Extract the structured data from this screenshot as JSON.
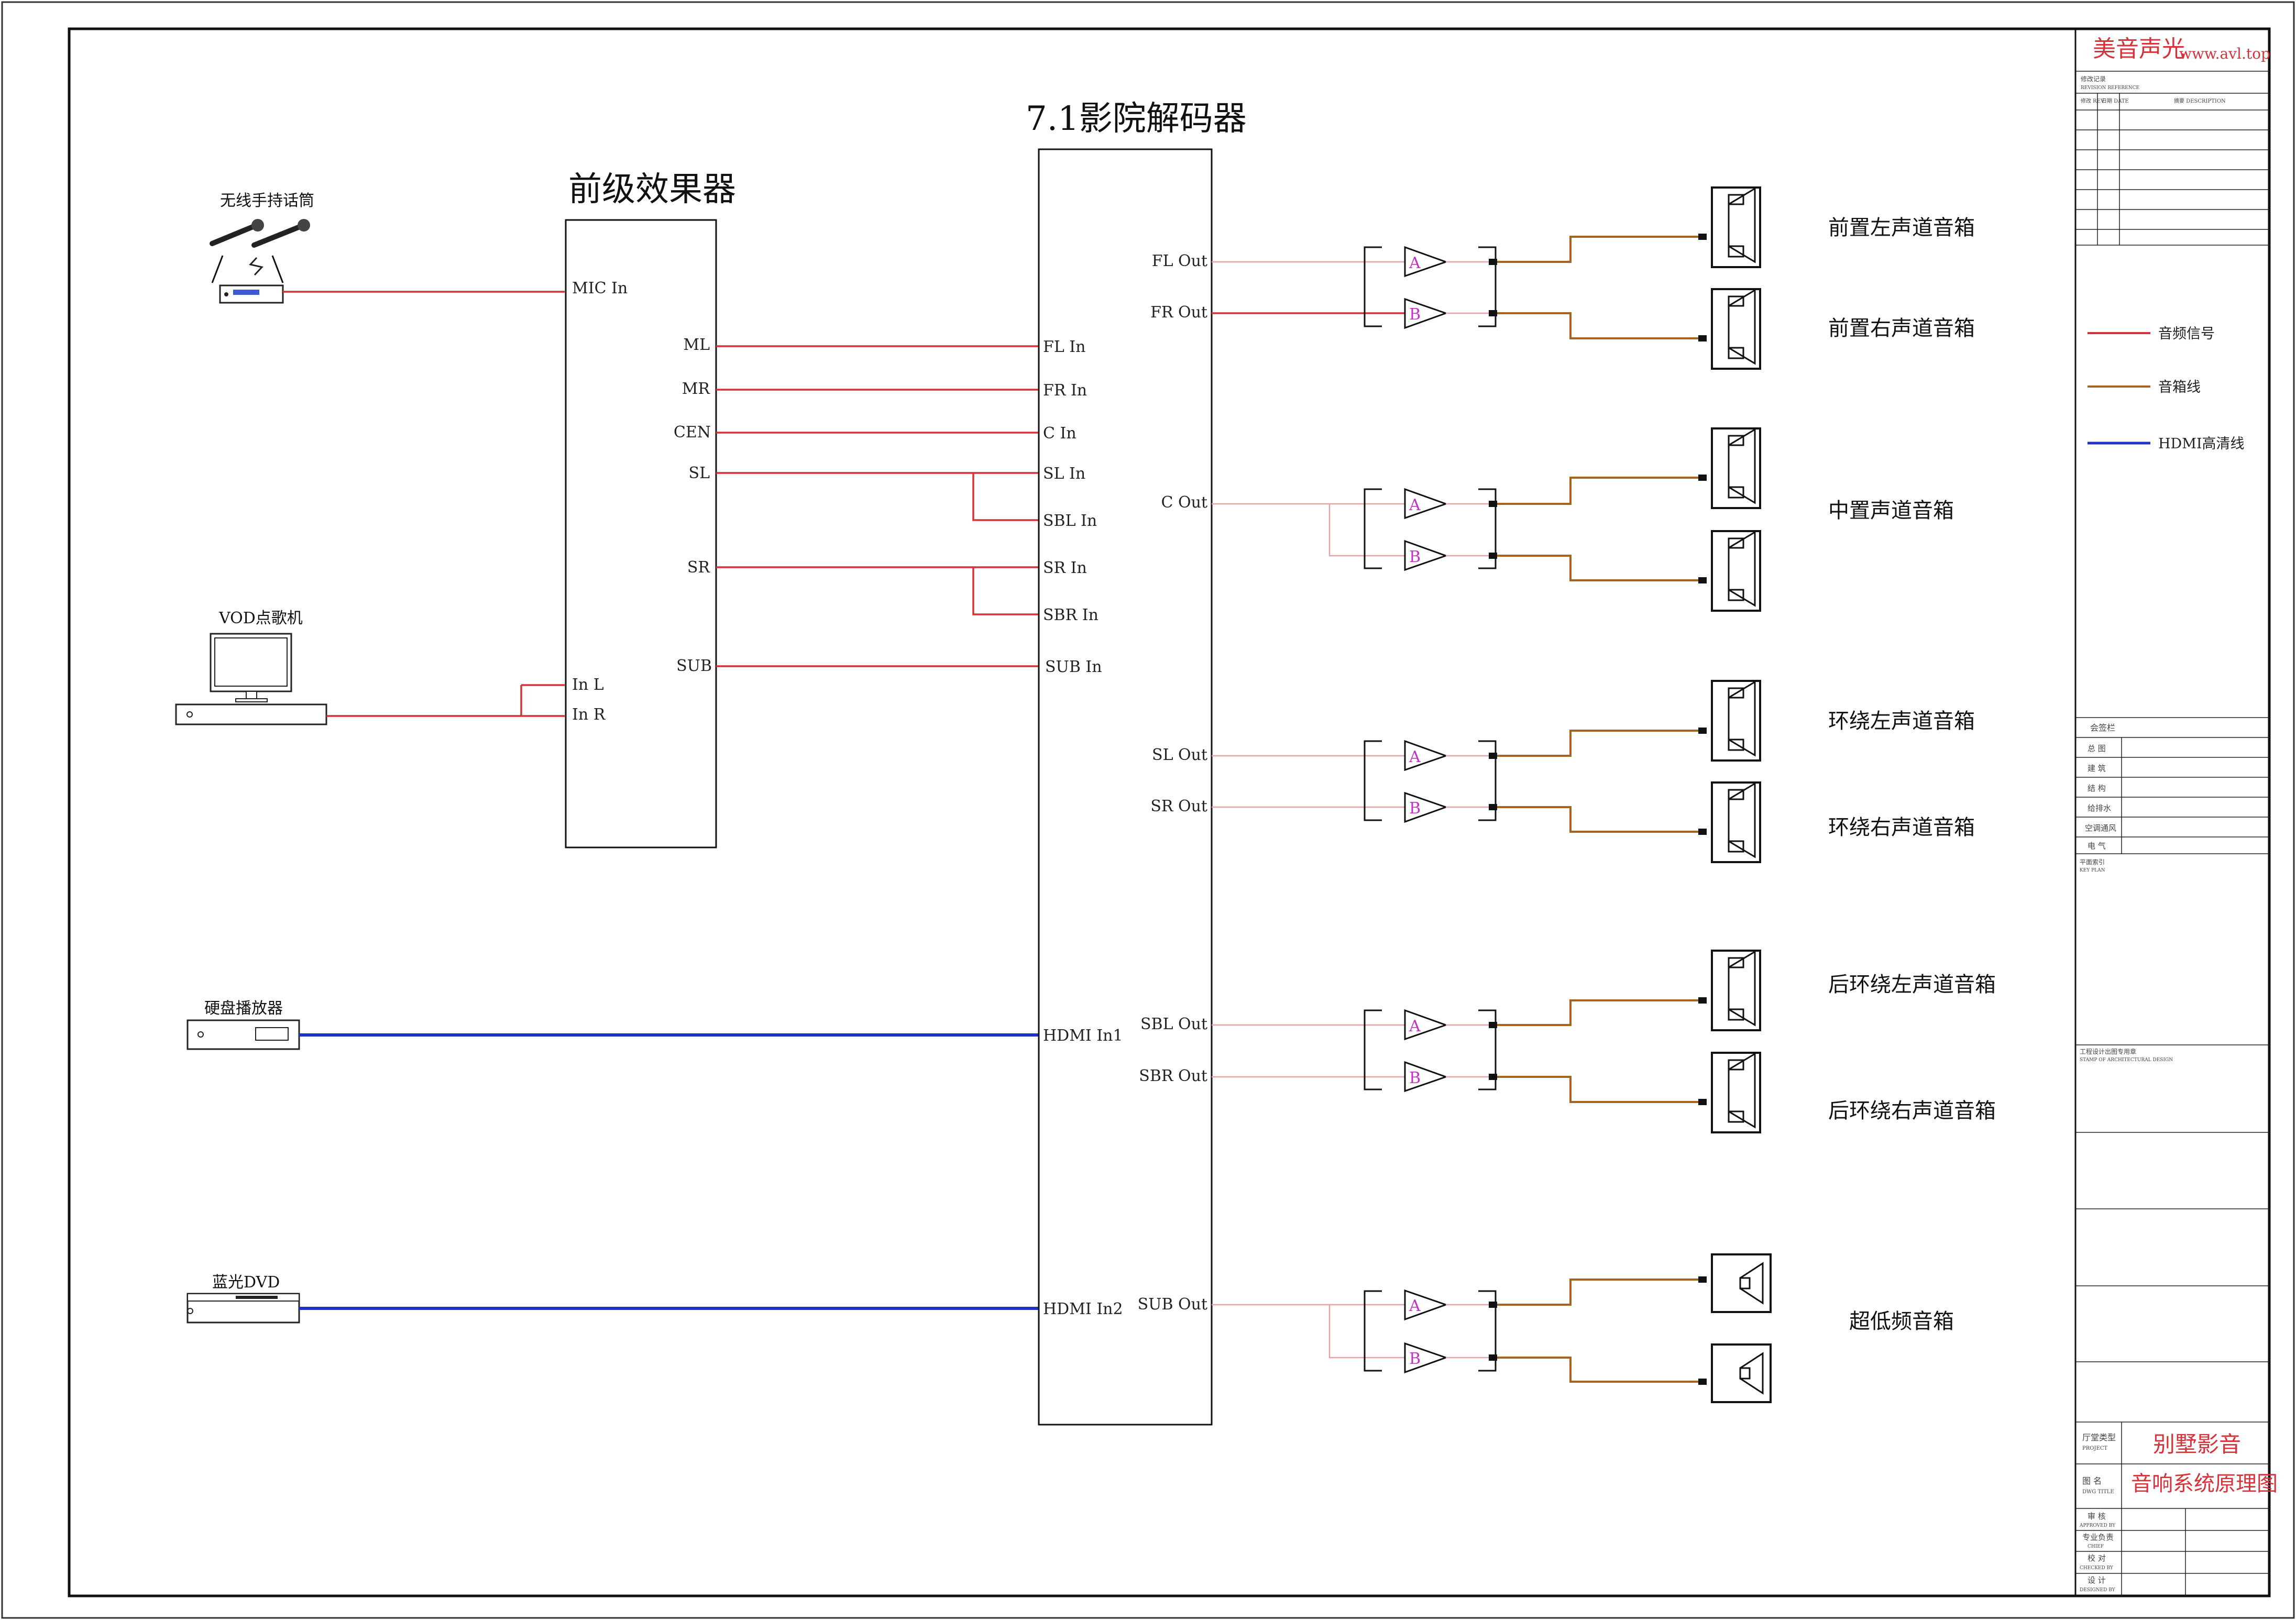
{
  "title_block": {
    "brand": "美音声光",
    "brand_url": "www.avl.top",
    "revision_label": "修改记录",
    "revision_label_en": "REVISION REFERENCE",
    "rev_cols": [
      "修改 REV",
      "日期 DATE",
      "摘要 DESCRIPTION"
    ],
    "signoff_label": "会签栏",
    "signoff_rows": [
      "总 图",
      "建 筑",
      "结 构",
      "给排水",
      "空调通风",
      "电 气"
    ],
    "keyplan_label": "平面索引",
    "keyplan_en": "KEY PLAN",
    "stamp_label": "工程设计出图专用章",
    "stamp_en": "STAMP OF ARCHITECTURAL DESIGN",
    "project_label": "厅堂类型",
    "project_label_en": "PROJECT",
    "project_value": "别墅影音",
    "drawing_label": "图 名",
    "drawing_label_en": "DWG TITLE",
    "drawing_value": "音响系统原理图",
    "sign_rows": [
      {
        "cn": "审 核",
        "en": "APPROVED BY"
      },
      {
        "cn": "专业负责",
        "en": "CHIEF"
      },
      {
        "cn": "校 对",
        "en": "CHECKED BY"
      },
      {
        "cn": "设 计",
        "en": "DESIGNED BY"
      }
    ]
  },
  "legend": [
    {
      "label": "音频信号",
      "color": "#d6323a"
    },
    {
      "label": "音箱线",
      "color": "#a8641c"
    },
    {
      "label": "HDMI高清线",
      "color": "#1f32c8"
    }
  ],
  "sources": {
    "mic": "无线手持话筒",
    "vod": "VOD点歌机",
    "hdd": "硬盘播放器",
    "bluray": "蓝光DVD"
  },
  "preamp": {
    "title": "前级效果器",
    "inputs": [
      "MIC In",
      "In L",
      "In R"
    ],
    "outputs": [
      "ML",
      "MR",
      "CEN",
      "SL",
      "SR",
      "SUB"
    ]
  },
  "decoder": {
    "title": "7.1影院解码器",
    "inputs": [
      "FL In",
      "FR In",
      "C In",
      "SL In",
      "SBL In",
      "SR In",
      "SBR In",
      "SUB In",
      "HDMI In1",
      "HDMI In2"
    ],
    "outputs": [
      "FL Out",
      "FR Out",
      "C Out",
      "SL Out",
      "SR Out",
      "SBL Out",
      "SBR Out",
      "SUB Out"
    ]
  },
  "amp_channels": [
    "A",
    "B"
  ],
  "speakers": [
    "前置左声道音箱",
    "前置右声道音箱",
    "中置声道音箱",
    "环绕左声道音箱",
    "环绕右声道音箱",
    "后环绕左声道音箱",
    "后环绕右声道音箱",
    "超低频音箱"
  ]
}
